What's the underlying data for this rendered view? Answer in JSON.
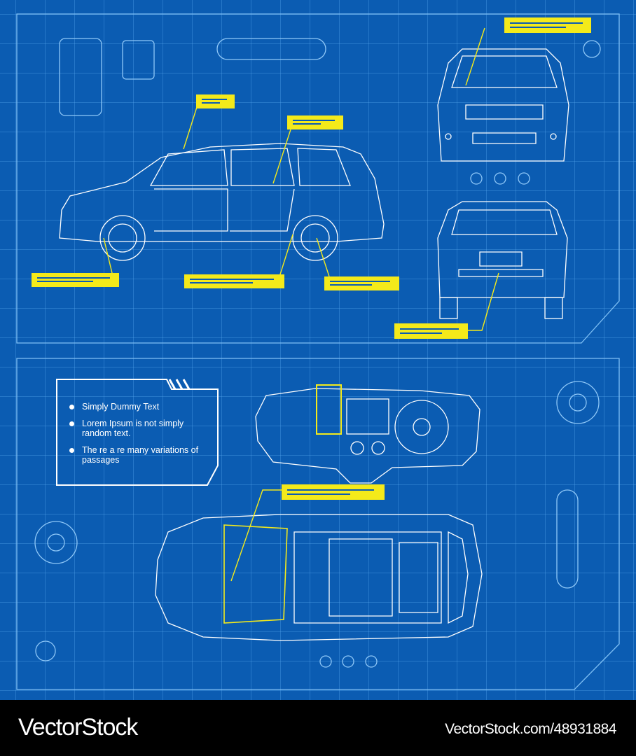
{
  "info_box": {
    "bullets": [
      "Simply Dummy  Text",
      "Lorem Ipsum is not simply random text.",
      "The re a re many  variations of passages"
    ]
  },
  "footer": {
    "logo": "VectorStock",
    "url": "VectorStock.com/48931884"
  },
  "colors": {
    "background": "#0b5cb2",
    "line": "#ffffff",
    "callout": "#f4ea1a",
    "footer": "#000000"
  }
}
